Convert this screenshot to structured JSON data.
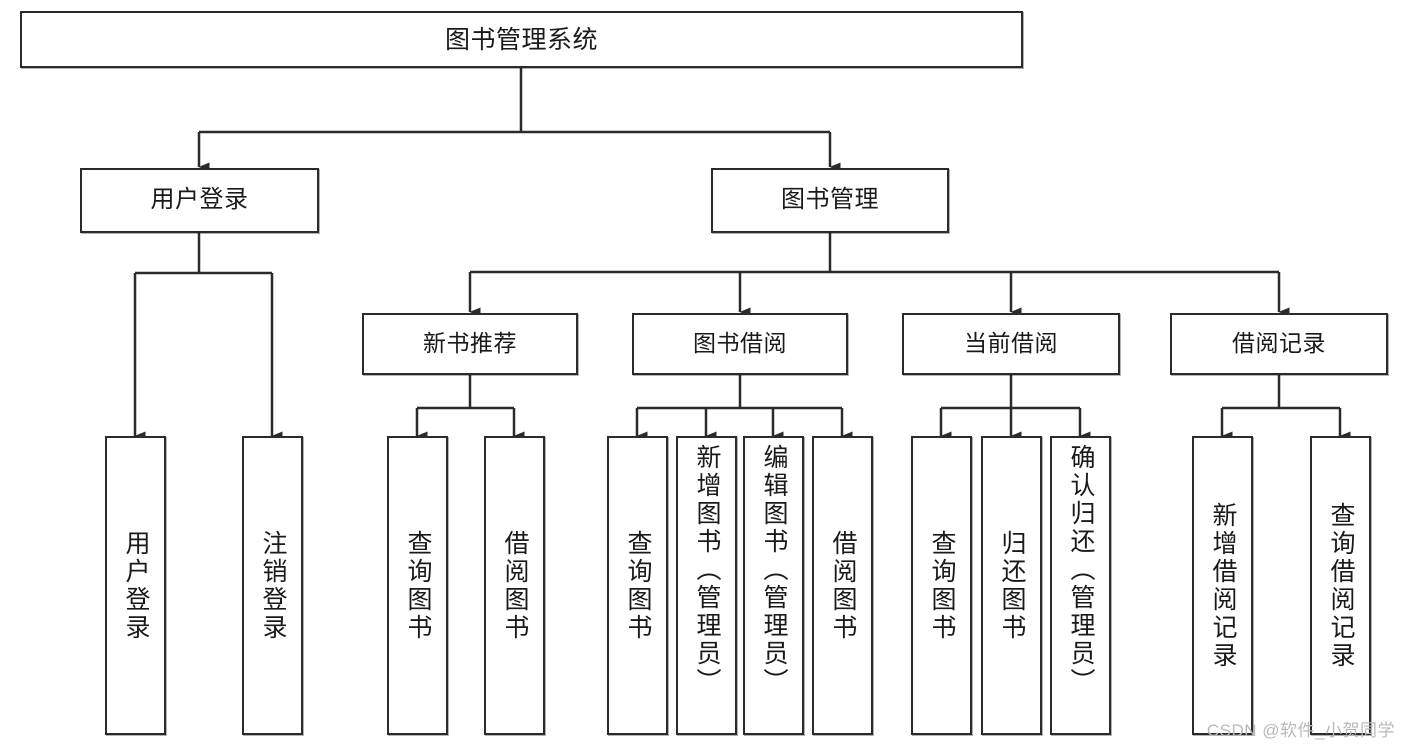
{
  "diagram": {
    "type": "tree",
    "title": "图书管理系统",
    "watermark": "CSDN @软件_小贺同学",
    "levels": {
      "level1": [
        {
          "id": "root",
          "label": "图书管理系统"
        }
      ],
      "level2": [
        {
          "id": "user-login",
          "label": "用户登录"
        },
        {
          "id": "book-manage",
          "label": "图书管理"
        }
      ],
      "level3": [
        {
          "id": "new-book-recommend",
          "label": "新书推荐"
        },
        {
          "id": "book-borrow",
          "label": "图书借阅"
        },
        {
          "id": "current-borrow",
          "label": "当前借阅"
        },
        {
          "id": "borrow-record",
          "label": "借阅记录"
        }
      ],
      "leaves": [
        {
          "id": "leaf-user-login",
          "label": "用户登录",
          "parent": "user-login"
        },
        {
          "id": "leaf-logout-login",
          "label": "注销登录",
          "parent": "user-login"
        },
        {
          "id": "leaf-query-book-1",
          "label": "查询图书",
          "parent": "new-book-recommend"
        },
        {
          "id": "leaf-borrow-book-1",
          "label": "借阅图书",
          "parent": "new-book-recommend"
        },
        {
          "id": "leaf-query-book-2",
          "label": "查询图书",
          "parent": "book-borrow"
        },
        {
          "id": "leaf-add-book",
          "label": "新增图书（管理员）",
          "parent": "book-borrow"
        },
        {
          "id": "leaf-edit-book",
          "label": "编辑图书（管理员）",
          "parent": "book-borrow"
        },
        {
          "id": "leaf-borrow-book-2",
          "label": "借阅图书",
          "parent": "book-borrow"
        },
        {
          "id": "leaf-query-book-3",
          "label": "查询图书",
          "parent": "current-borrow"
        },
        {
          "id": "leaf-return-book",
          "label": "归还图书",
          "parent": "current-borrow"
        },
        {
          "id": "leaf-confirm-return",
          "label": "确认归还（管理员）",
          "parent": "current-borrow"
        },
        {
          "id": "leaf-add-record",
          "label": "新增借阅记录",
          "parent": "borrow-record"
        },
        {
          "id": "leaf-query-record",
          "label": "查询借阅记录",
          "parent": "borrow-record"
        }
      ]
    },
    "colors": {
      "stroke": "#2b2b2b",
      "fill": "#ffffff",
      "text": "#1a1a1a",
      "watermark": "#b9b9b9"
    }
  }
}
